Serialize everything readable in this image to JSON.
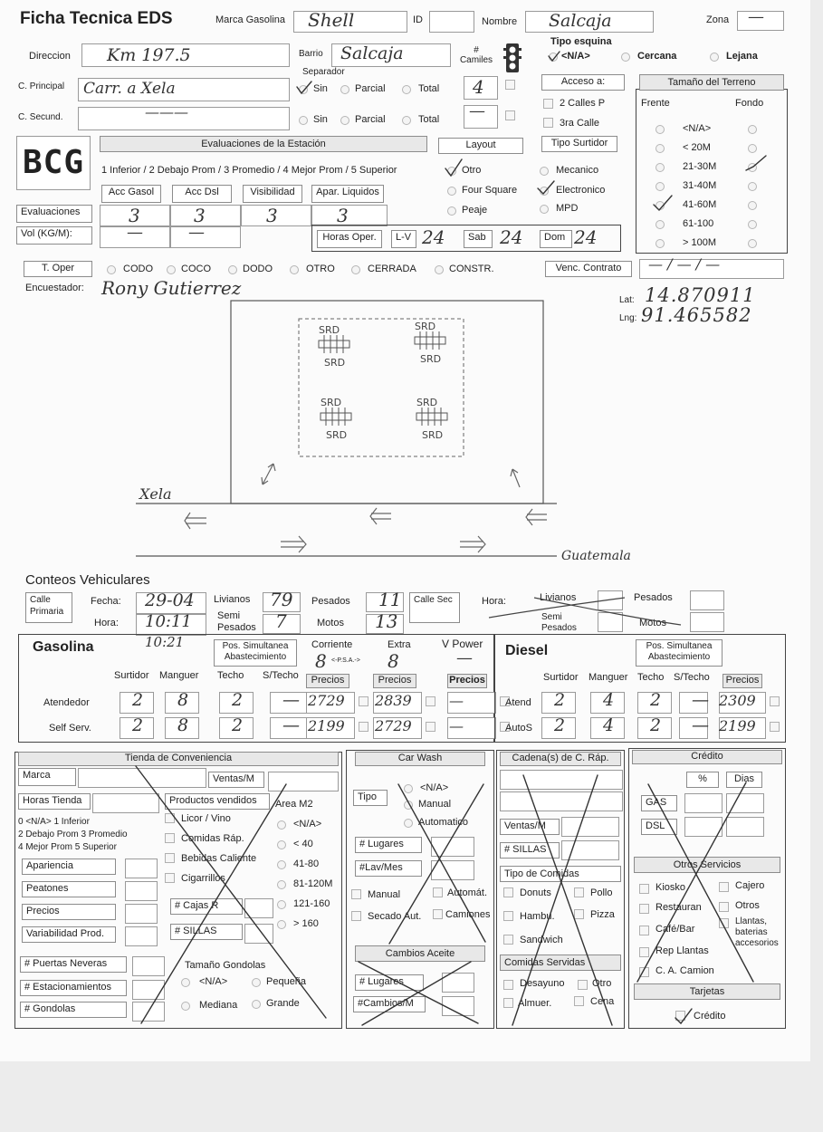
{
  "header": {
    "title": "Ficha Tecnica EDS",
    "brand_label": "Marca Gasolina",
    "brand_value": "Shell",
    "id_label": "ID",
    "name_label": "Nombre",
    "name_value": "Salcaja",
    "zone_label": "Zona",
    "zone_value": "—",
    "address_label": "Direccion",
    "address_value": "Km 197.5",
    "district_label": "Barrio",
    "district_value": "Salcaja",
    "trucks_label": "# Camiles",
    "trucks_value": "4",
    "trucks_dash": "—",
    "corner_type_label": "Tipo esquina",
    "corner_options": [
      "<N/A>",
      "Cercana",
      "Lejana"
    ],
    "separator_label": "Separador",
    "separator_options": [
      "Sin",
      "Parcial",
      "Total"
    ],
    "main_road_label": "C. Principal",
    "main_road_value": "Carr. a Xela",
    "secondary_road_label": "C. Secund.",
    "secondary_road_value": "———",
    "access_label": "Acceso a:",
    "access_options": [
      "2 Calles P",
      "3ra Calle"
    ]
  },
  "terrain": {
    "title": "Tamaño del Terreno",
    "front_label": "Frente",
    "back_label": "Fondo",
    "options": [
      "<N/A>",
      "< 20M",
      "21-30M",
      "31-40M",
      "41-60M",
      "61-100",
      "> 100M"
    ]
  },
  "evaluations": {
    "logo": "BCG",
    "title": "Evaluaciones de la Estación",
    "scale": "1 Inferior / 2 Debajo Prom / 3 Promedio / 4 Mejor Prom / 5 Superior",
    "columns": [
      "Acc Gasol",
      "Acc Dsl",
      "Visibilidad",
      "Apar. Liquidos"
    ],
    "row_label": "Evaluaciones",
    "values": [
      "3",
      "3",
      "3",
      "3"
    ],
    "vol_label": "Vol (KG/M):",
    "vol_values": [
      "—",
      "—"
    ]
  },
  "layout": {
    "title": "Layout",
    "options": [
      "Otro",
      "Four Square",
      "Peaje"
    ]
  },
  "pump_type": {
    "title": "Tipo Surtidor",
    "options": [
      "Mecanico",
      "Electronico",
      "MPD"
    ]
  },
  "hours": {
    "label": "Horas Oper.",
    "lv_label": "L-V",
    "lv_value": "24",
    "sat_label": "Sab",
    "sat_value": "24",
    "sun_label": "Dom",
    "sun_value": "24"
  },
  "operation": {
    "label": "T. Oper",
    "options": [
      "CODO",
      "COCO",
      "DODO",
      "OTRO",
      "CERRADA",
      "CONSTR."
    ],
    "contract_label": "Venc. Contrato",
    "contract_value": "— / — / —",
    "surveyor_label": "Encuestador:",
    "surveyor_value": "Rony Gutierrez",
    "lat_label": "Lat:",
    "lat_value": "14.870911",
    "lng_label": "Lng:",
    "lng_value": "91.465582"
  },
  "sketch": {
    "dispenser_label": "SRD",
    "left_road": "Xela",
    "right_road": "Guatemala"
  },
  "counts": {
    "title": "Conteos Vehiculares",
    "primary_label": "Calle Primaria",
    "date_label": "Fecha:",
    "date_value": "29-04",
    "time_label": "Hora:",
    "time_value": "10:11",
    "light_label": "Livianos",
    "light_value": "79",
    "heavy_label": "Pesados",
    "heavy_value": "11",
    "semi_label": "Semi Pesados",
    "semi_value": "7",
    "moto_label": "Motos",
    "moto_value": "13",
    "secondary_label": "Calle Sec",
    "sec_time_label": "Hora:",
    "sec_light_label": "Livianos",
    "sec_heavy_label": "Pesados",
    "sec_semi_label": "Semi Pesados",
    "sec_moto_label": "Motos"
  },
  "gasoline": {
    "title": "Gasolina",
    "time_note": "10:21",
    "simul_label": "Pos. Simultanea Abastecimiento",
    "regular_label": "Corriente",
    "regular_value": "8",
    "psa_label": "<-P.S.A.->",
    "extra_label": "Extra",
    "extra_value": "8",
    "vpower_label": "V Power",
    "vpower_value": "—",
    "columns": [
      "Surtidor",
      "Manguer",
      "Techo",
      "S/Techo"
    ],
    "prices_label": "Precios",
    "rows": [
      {
        "label": "Atendedor",
        "values": [
          "2",
          "8",
          "2",
          "—"
        ],
        "prices": [
          "2729",
          "2839",
          "—"
        ]
      },
      {
        "label": "Self Serv.",
        "values": [
          "2",
          "8",
          "2",
          "—"
        ],
        "prices": [
          "2199",
          "2729",
          "—"
        ]
      }
    ]
  },
  "diesel": {
    "title": "Diesel",
    "simul_label": "Pos. Simultanea Abastecimiento",
    "columns": [
      "Surtidor",
      "Manguer",
      "Techo",
      "S/Techo"
    ],
    "prices_label": "Precios",
    "rows": [
      {
        "label": "Atend",
        "values": [
          "2",
          "4",
          "2",
          "—"
        ],
        "price": "2309"
      },
      {
        "label": "AutoS",
        "values": [
          "2",
          "4",
          "2",
          "—"
        ],
        "price": "2199"
      }
    ]
  },
  "store": {
    "title": "Tienda de Conveniencia",
    "brand_label": "Marca",
    "sales_label": "Ventas/M",
    "hours_label": "Horas Tienda",
    "products_label": "Productos vendidos",
    "area_label": "Area M2",
    "scale_lines": [
      "0 <N/A>   1 Inferior",
      "2 Debajo Prom  3 Promedio",
      "4 Mejor Prom   5 Superior"
    ],
    "products": [
      "Licor / Vino",
      "Comidas Ráp.",
      "Bebidas Caliente",
      "Cigarrillos"
    ],
    "area_options": [
      "<N/A>",
      "< 40",
      "41-80",
      "81-120M",
      "121-160",
      "> 160"
    ],
    "ratings": [
      "Apariencia",
      "Peatones",
      "Precios",
      "Variabilidad Prod."
    ],
    "cash_label": "# Cajas R",
    "seats_label": "# SILLAS",
    "fridge_label": "# Puertas Neveras",
    "parking_label": "# Estacionamientos",
    "shelves_label": "# Gondolas",
    "shelf_size_label": "Tamaño Gondolas",
    "shelf_sizes": [
      "<N/A>",
      "Pequeña",
      "Mediana",
      "Grande"
    ]
  },
  "carwash": {
    "title": "Car Wash",
    "type_label": "Tipo",
    "type_options": [
      "<N/A>",
      "Manual",
      "Automatico"
    ],
    "places_label": "# Lugares",
    "washes_label": "#Lav/Mes",
    "options": [
      "Manual",
      "Automát.",
      "Secado Aut.",
      "Camiones"
    ],
    "oil_title": "Cambios Aceite",
    "oil_places_label": "# Lugares",
    "oil_changes_label": "#Cambios/M"
  },
  "fastfood": {
    "title": "Cadena(s) de C. Ráp.",
    "sales_label": "Ventas/M",
    "seats_label": "# SILLAS",
    "food_type_label": "Tipo de Comidas",
    "food_types": [
      "Donuts",
      "Pollo",
      "Hambu.",
      "Pizza",
      "Sandwich"
    ],
    "served_label": "Comidas Servidas",
    "served": [
      "Desayuno",
      "Otro",
      "Almuer.",
      "Cena"
    ]
  },
  "credit": {
    "title": "Crédito",
    "pct_label": "%",
    "days_label": "Dias",
    "gas_label": "GAS",
    "dsl_label": "DSL",
    "services_title": "Otros Servicios",
    "services": [
      "Kiosko",
      "Cajero",
      "Restauran",
      "Otros",
      "Café/Bar",
      "Llantas, baterias accesorios",
      "Rep Llantas",
      "C. A. Camion"
    ],
    "cards_title": "Tarjetas",
    "cards_option": "Crédito"
  }
}
